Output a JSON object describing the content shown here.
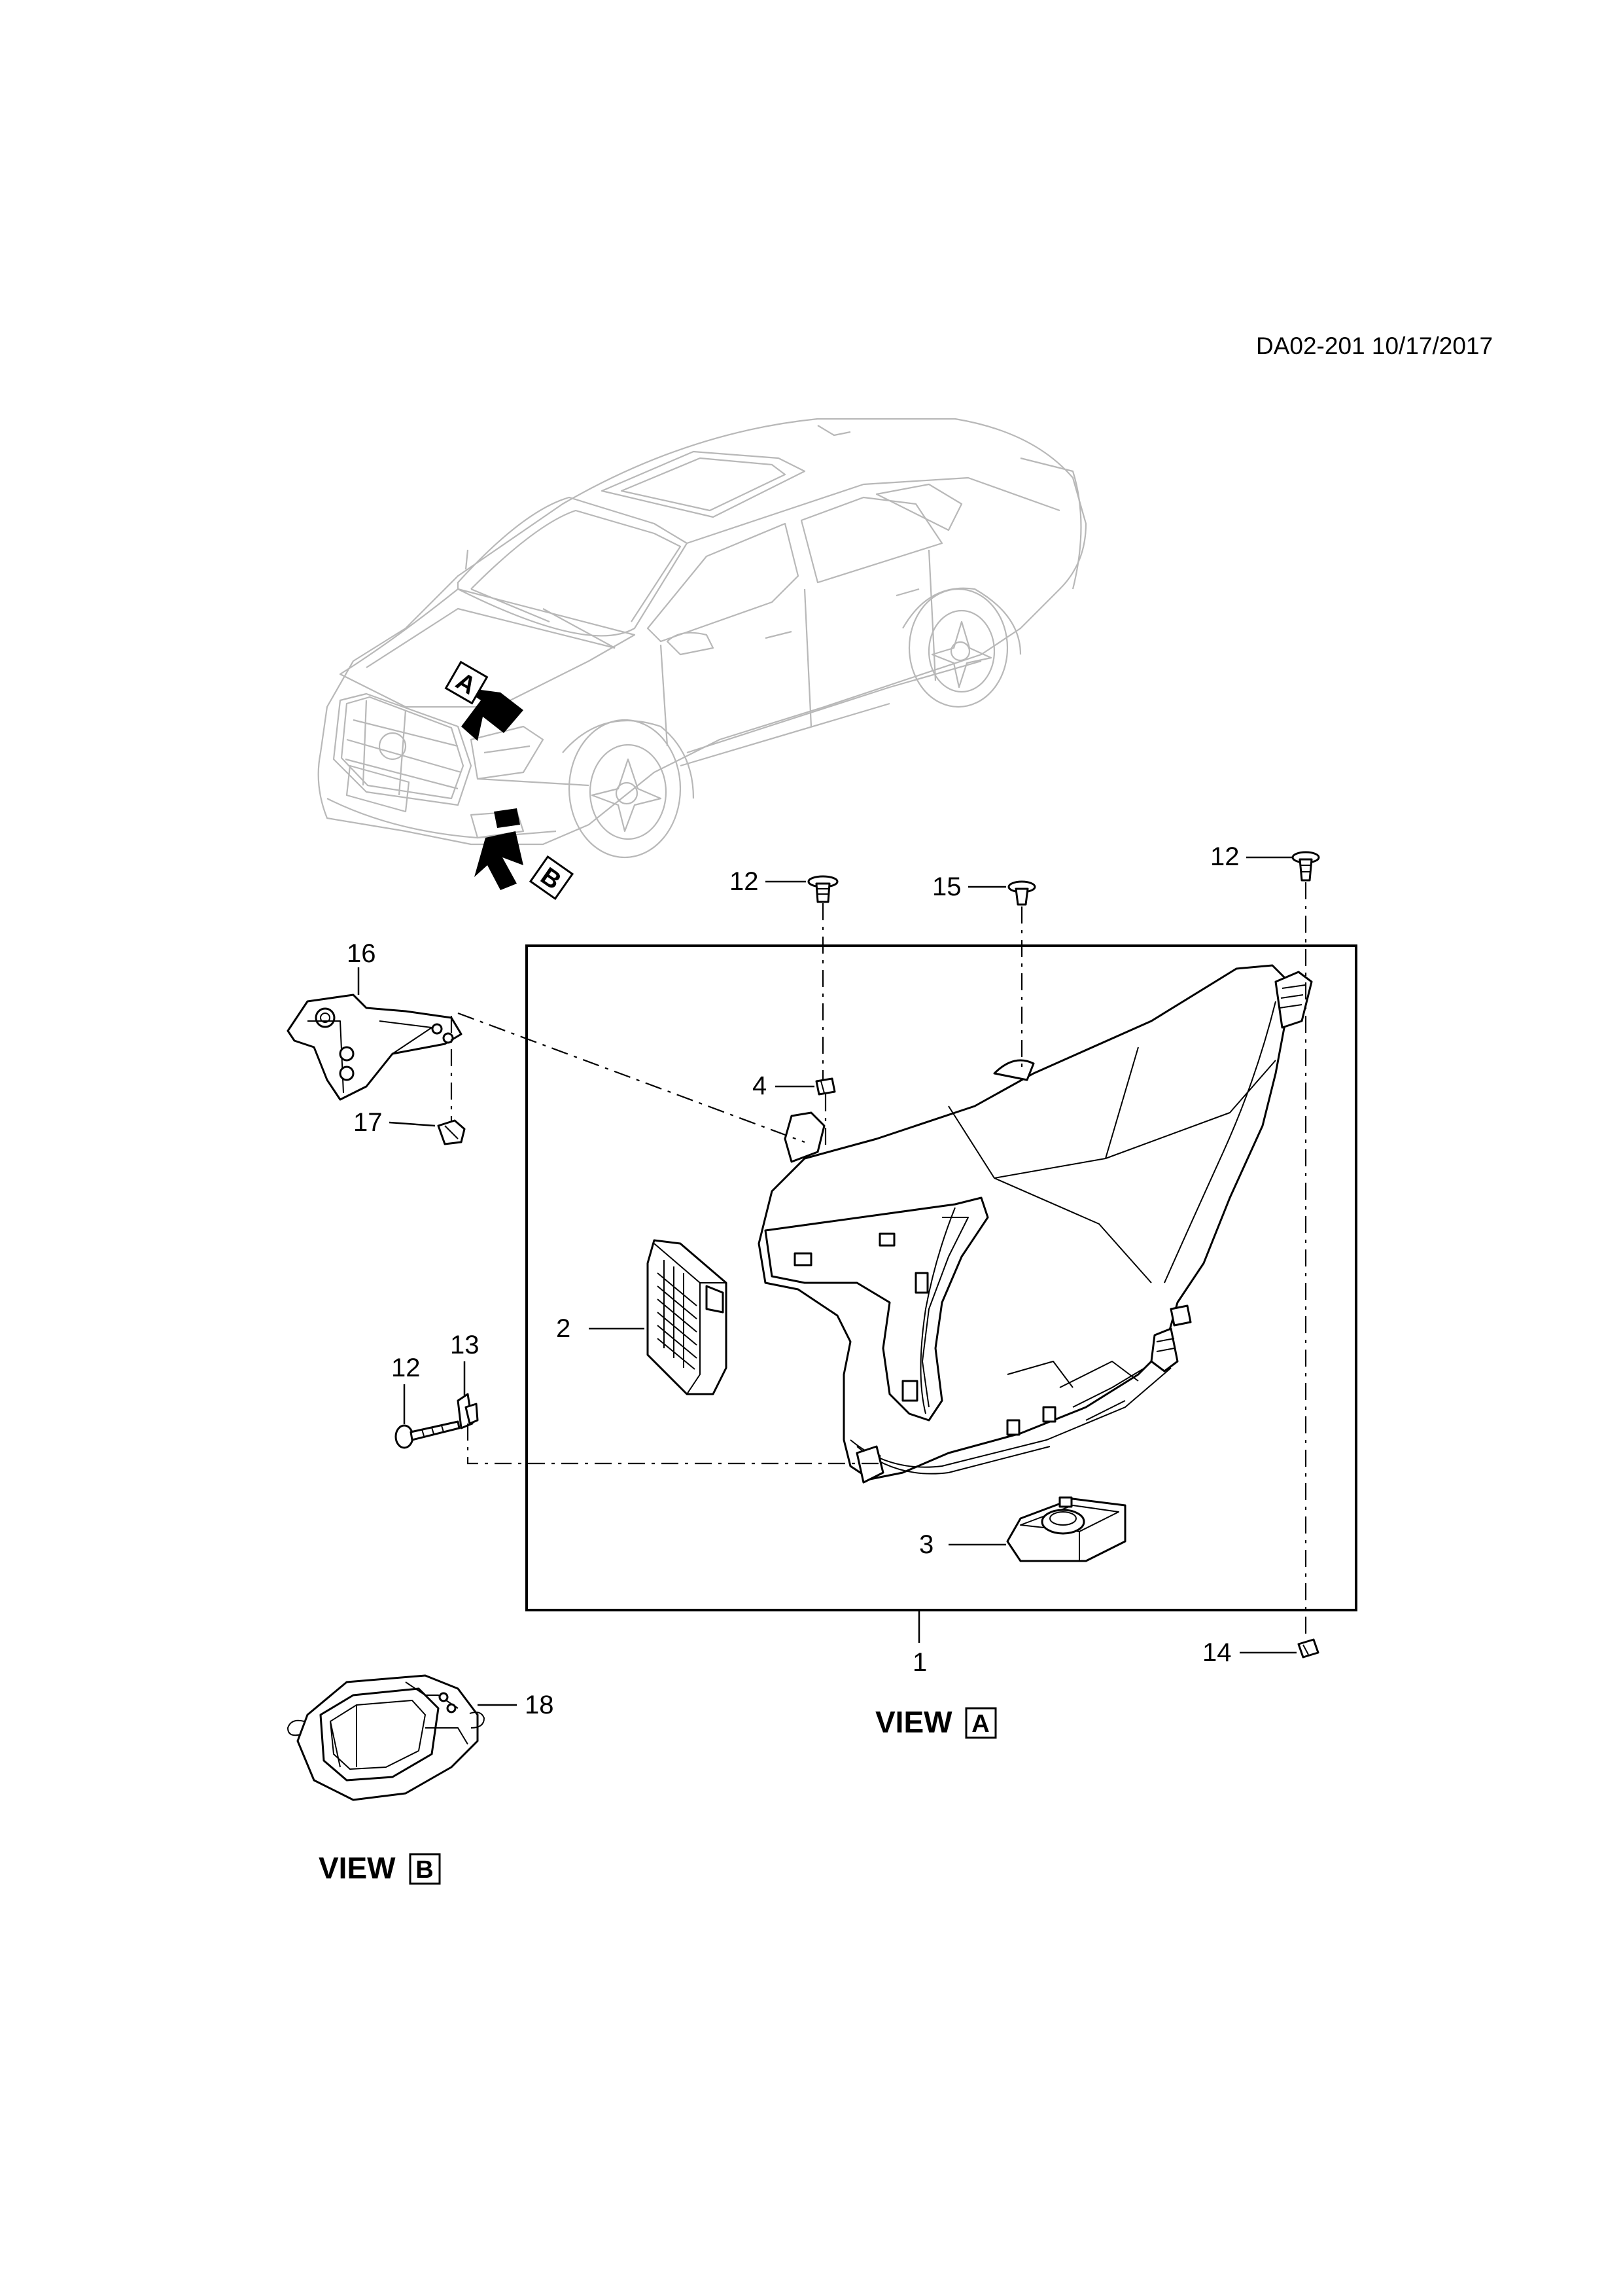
{
  "document_code": "DA02-201 10/17/2017",
  "view_a": {
    "text": "VIEW",
    "letter": "A"
  },
  "view_b": {
    "text": "VIEW",
    "letter": "B"
  },
  "arrow_letters": {
    "a": "A",
    "b": "B"
  },
  "callouts": {
    "c1": "1",
    "c2": "2",
    "c3": "3",
    "c4": "4",
    "c12_top_left": "12",
    "c12_top_right": "12",
    "c12_left": "12",
    "c13": "13",
    "c14": "14",
    "c15": "15",
    "c16": "16",
    "c17": "17",
    "c18": "18"
  }
}
